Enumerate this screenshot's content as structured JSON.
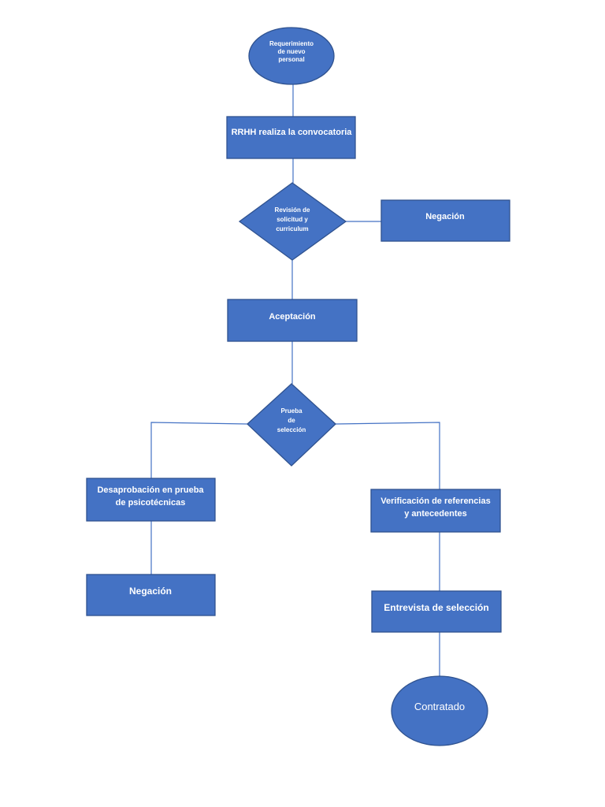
{
  "diagram": {
    "nodes": {
      "start": {
        "lines": [
          "Requerimiento",
          "de nuevo",
          "personal"
        ]
      },
      "convocatoria": {
        "lines": [
          "RRHH realiza la convocatoria"
        ]
      },
      "revision": {
        "lines": [
          "Revisión de",
          "solicitud y",
          "curriculum"
        ]
      },
      "negacion_1": {
        "lines": [
          "Negación"
        ]
      },
      "aceptacion": {
        "lines": [
          "Aceptación"
        ]
      },
      "prueba": {
        "lines": [
          "Prueba",
          "de",
          "selección"
        ]
      },
      "desaprobacion": {
        "lines": [
          "Desaprobación en prueba",
          "de psicotécnicas"
        ]
      },
      "negacion_2": {
        "lines": [
          "Negación"
        ]
      },
      "verificacion": {
        "lines": [
          "Verificación de referencias",
          "y antecedentes"
        ]
      },
      "entrevista": {
        "lines": [
          "Entrevista de selección"
        ]
      },
      "contratado": {
        "lines": [
          "Contratado"
        ]
      }
    },
    "colors": {
      "fill": "#4472c4",
      "border": "#2f528f",
      "line": "#4472c4",
      "text": "#ffffff"
    }
  }
}
